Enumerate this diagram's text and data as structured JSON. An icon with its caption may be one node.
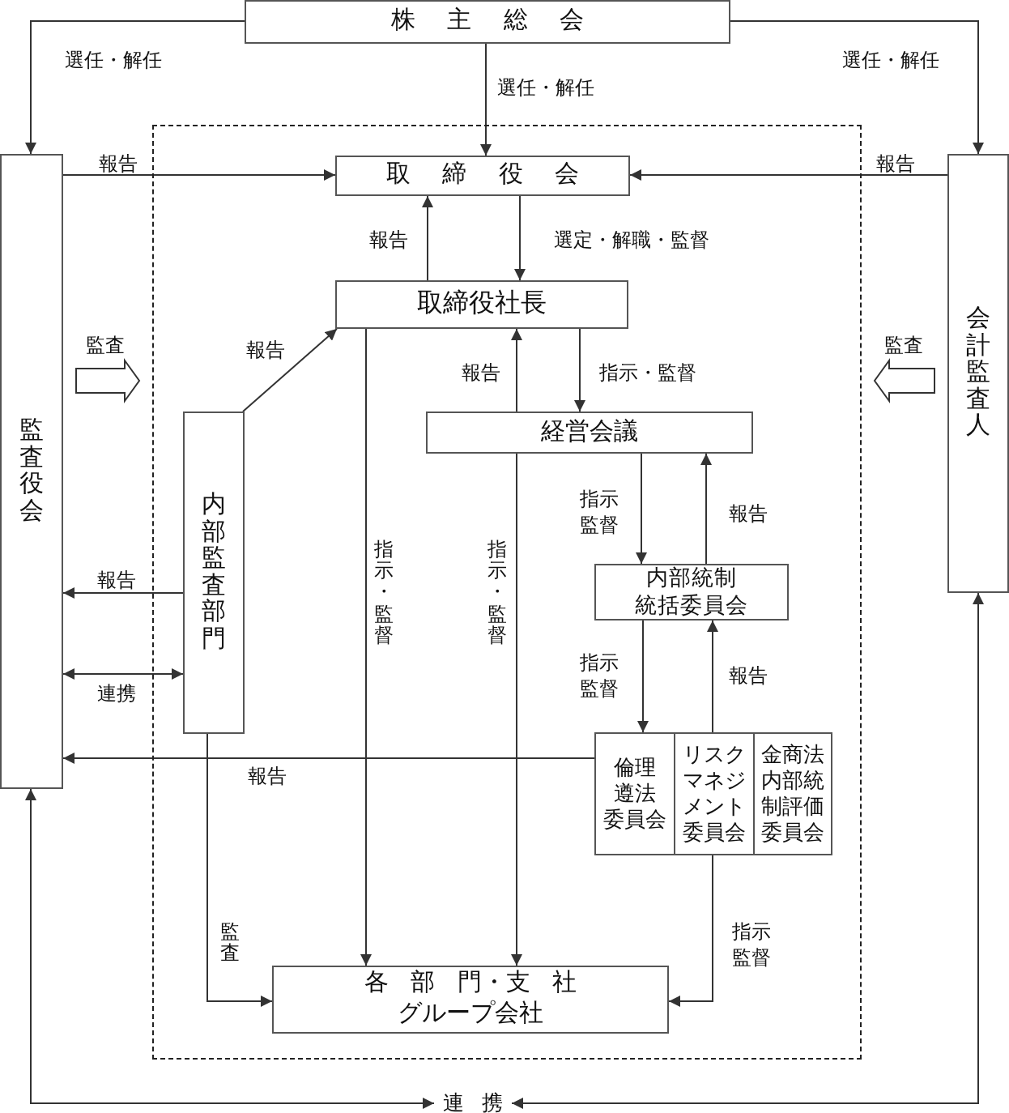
{
  "diagram": {
    "nodes": [
      {
        "text": [
          "株 主 総 会"
        ]
      },
      {
        "text": [
          "監査役会"
        ]
      },
      {
        "text": [
          "会計監査人"
        ]
      },
      {
        "text": [],
        "shape": "box"
      },
      {
        "text": [
          "取 締 役 会"
        ],
        "in": 3
      },
      {
        "text": [
          "取締役社長"
        ],
        "in": 3
      },
      {
        "text": [
          "内部監査部門"
        ],
        "in": 3
      },
      {
        "text": [
          "経営会議"
        ],
        "in": 3
      },
      {
        "text": [
          "内部統制統括委員会"
        ],
        "in": 3
      },
      {
        "text": [
          "倫理遵法委員会"
        ],
        "in": 3
      },
      {
        "text": [
          "リスクマネジメント委員会"
        ],
        "in": 3
      },
      {
        "text": [
          "金商法内部統制評価委員会"
        ],
        "in": 3
      },
      {
        "text": [
          "各 部 門・支 社グループ会社"
        ],
        "in": 3
      },
      {
        "text": [
          "連 携"
        ]
      }
    ],
    "edges": [
      {
        "from": 0,
        "to": 1,
        "arrow": "to",
        "label": "選任・解任"
      },
      {
        "from": 0,
        "to": 2,
        "arrow": "to",
        "label": "選任・解任"
      },
      {
        "from": 0,
        "to": 4,
        "arrow": "to",
        "label": "選任・解任"
      },
      {
        "from": 1,
        "to": 4,
        "arrow": "to",
        "label": "報告"
      },
      {
        "from": 2,
        "to": 4,
        "arrow": "to",
        "label": "報告"
      },
      {
        "from": 5,
        "to": 4,
        "arrow": "to",
        "label": "報告"
      },
      {
        "from": 4,
        "to": 5,
        "arrow": "to",
        "label": "選定・解職・監督"
      },
      {
        "from": 6,
        "to": 5,
        "arrow": "to",
        "label": "報告"
      },
      {
        "from": 5,
        "to": 7,
        "arrow": "to",
        "label": "指示・監督"
      },
      {
        "from": 7,
        "to": 5,
        "arrow": "to",
        "label": "報告"
      },
      {
        "from": 5,
        "to": 12,
        "arrow": "to",
        "label": "指示・監督"
      },
      {
        "from": 7,
        "to": 12,
        "arrow": "to",
        "label": "指示・監督"
      },
      {
        "from": 7,
        "to": 8,
        "arrow": "to",
        "label": "指示監督"
      },
      {
        "from": 8,
        "to": 7,
        "arrow": "to",
        "label": "報告"
      },
      {
        "from": 8,
        "to": 9,
        "arrow": "to",
        "label": "指示監督"
      },
      {
        "from": 10,
        "to": 8,
        "arrow": "to",
        "label": "報告"
      },
      {
        "from": 9,
        "to": 1,
        "arrow": "to",
        "label": "報告"
      },
      {
        "from": 6,
        "to": 1,
        "arrow": "to",
        "label": "報告"
      },
      {
        "from": 1,
        "to": 6,
        "arrow": "both",
        "label": "連携"
      },
      {
        "from": 6,
        "to": 12,
        "arrow": "to",
        "label": "監査"
      },
      {
        "from": 10,
        "to": 12,
        "arrow": "to",
        "label": "指示監督"
      },
      {
        "from": 1,
        "to": 3,
        "arrow": "to",
        "label": "監査",
        "style": "thick"
      },
      {
        "from": 2,
        "to": 3,
        "arrow": "to",
        "label": "監査",
        "style": "thick"
      },
      {
        "from": 1,
        "to": 13,
        "arrow": "both"
      },
      {
        "from": 13,
        "to": 2,
        "arrow": "both"
      }
    ]
  }
}
